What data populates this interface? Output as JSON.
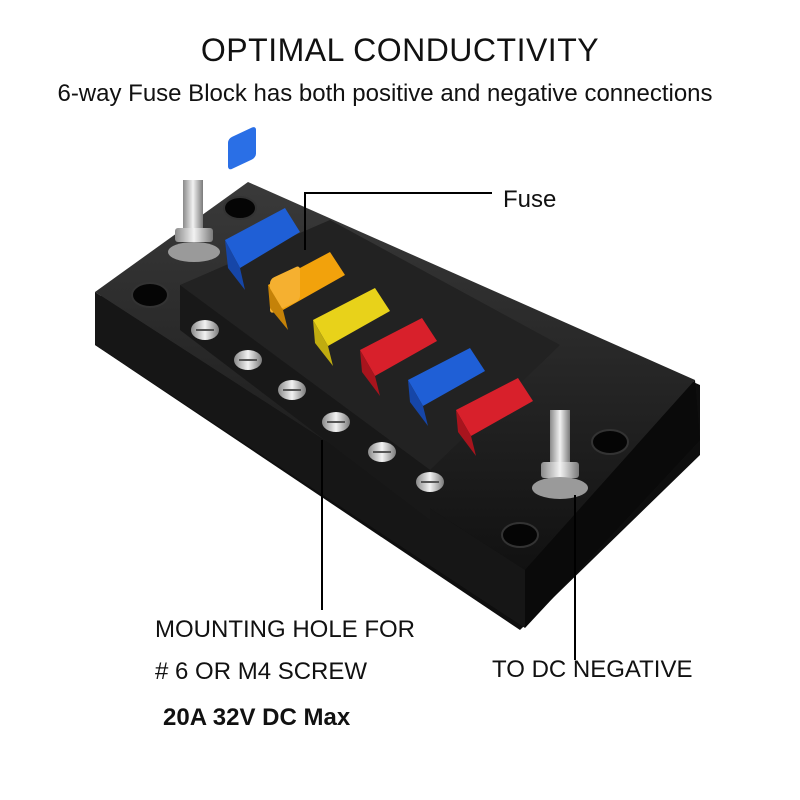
{
  "header": {
    "title": "OPTIMAL CONDUCTIVITY",
    "subtitle": "6-way Fuse Block has both positive and negative connections"
  },
  "callouts": {
    "fuse": "Fuse",
    "mounting_line1": "MOUNTING HOLE FOR",
    "mounting_line2": "# 6 OR M4 SCREW",
    "rating": "20A 32V DC Max",
    "negative": "TO DC NEGATIVE"
  },
  "fuses": [
    {
      "color": "#1f5fd6"
    },
    {
      "color": "#f2a20c"
    },
    {
      "color": "#e8d21a"
    },
    {
      "color": "#d8202b"
    },
    {
      "color": "#1f5fd6"
    },
    {
      "color": "#d8202b"
    }
  ],
  "colors": {
    "block": "#1b1b1b",
    "metal": "#c9c9c9",
    "leader": "#000000"
  }
}
